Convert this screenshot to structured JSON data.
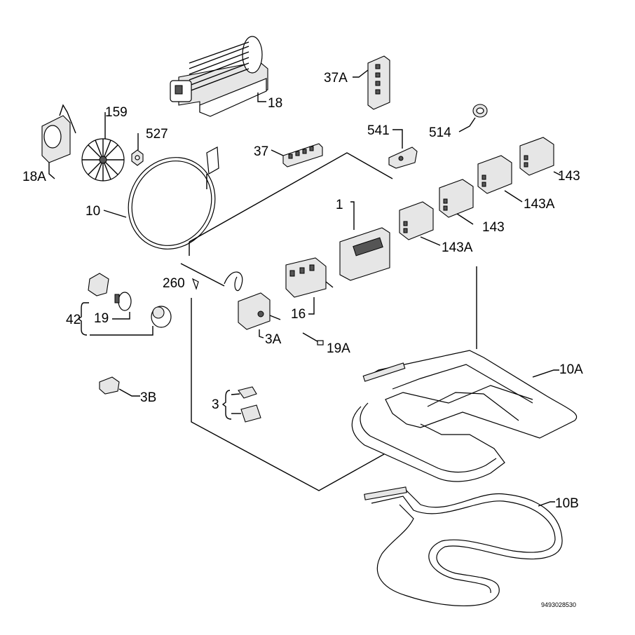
{
  "labels": {
    "p18": "18",
    "p37A": "37A",
    "p159": "159",
    "p527": "527",
    "p541": "541",
    "p514": "514",
    "p18A": "18A",
    "p37": "37",
    "p143_a": "143",
    "p143A_a": "143A",
    "p143_b": "143",
    "p143A_b": "143A",
    "p10": "10",
    "p1": "1",
    "p260": "260",
    "p42": "42",
    "p19": "19",
    "p16": "16",
    "p3A": "3A",
    "p19A": "19A",
    "p10A": "10A",
    "p3B": "3B",
    "p3": "3",
    "p10B": "10B"
  },
  "drawing_number": "9493028530"
}
